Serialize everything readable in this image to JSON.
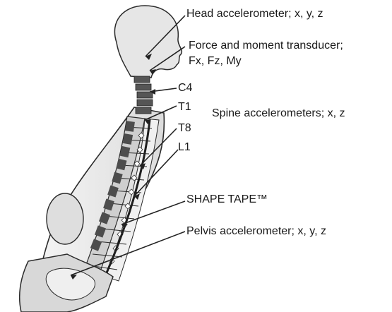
{
  "labels": {
    "head": "Head accelerometer; x, y, z",
    "transducer_line1": "Force and moment transducer;",
    "transducer_line2": "Fx, Fz, My",
    "c4": "C4",
    "t1": "T1",
    "spine": "Spine accelerometers; x, z",
    "t8": "T8",
    "l1": "L1",
    "shape_tape": "SHAPE TAPE™",
    "pelvis": "Pelvis accelerometer; x, y, z"
  },
  "colors": {
    "outline": "#2b2b2b",
    "body_fill": "#e6e6e6",
    "vertebra_dark": "#555555",
    "vertebra_light": "#cfcfcf",
    "tape": "#1f1f1f"
  }
}
